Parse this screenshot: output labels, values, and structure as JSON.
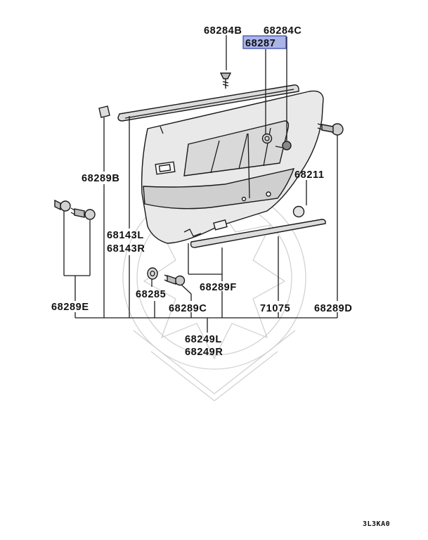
{
  "labels": {
    "p68284B": "68284B",
    "p68284C": "68284C",
    "p68287": "68287",
    "p68289B": "68289B",
    "p68211": "68211",
    "p68143L": "68143L",
    "p68143R": "68143R",
    "p68285": "68285",
    "p68289F": "68289F",
    "p68289E": "68289E",
    "p68289C": "68289C",
    "p71075": "71075",
    "p68289D": "68289D",
    "p68249L": "68249L",
    "p68249R": "68249R"
  },
  "highlight": {
    "part": "68287",
    "color": "#a9b4e8"
  },
  "footer_code": "3L3KA0"
}
